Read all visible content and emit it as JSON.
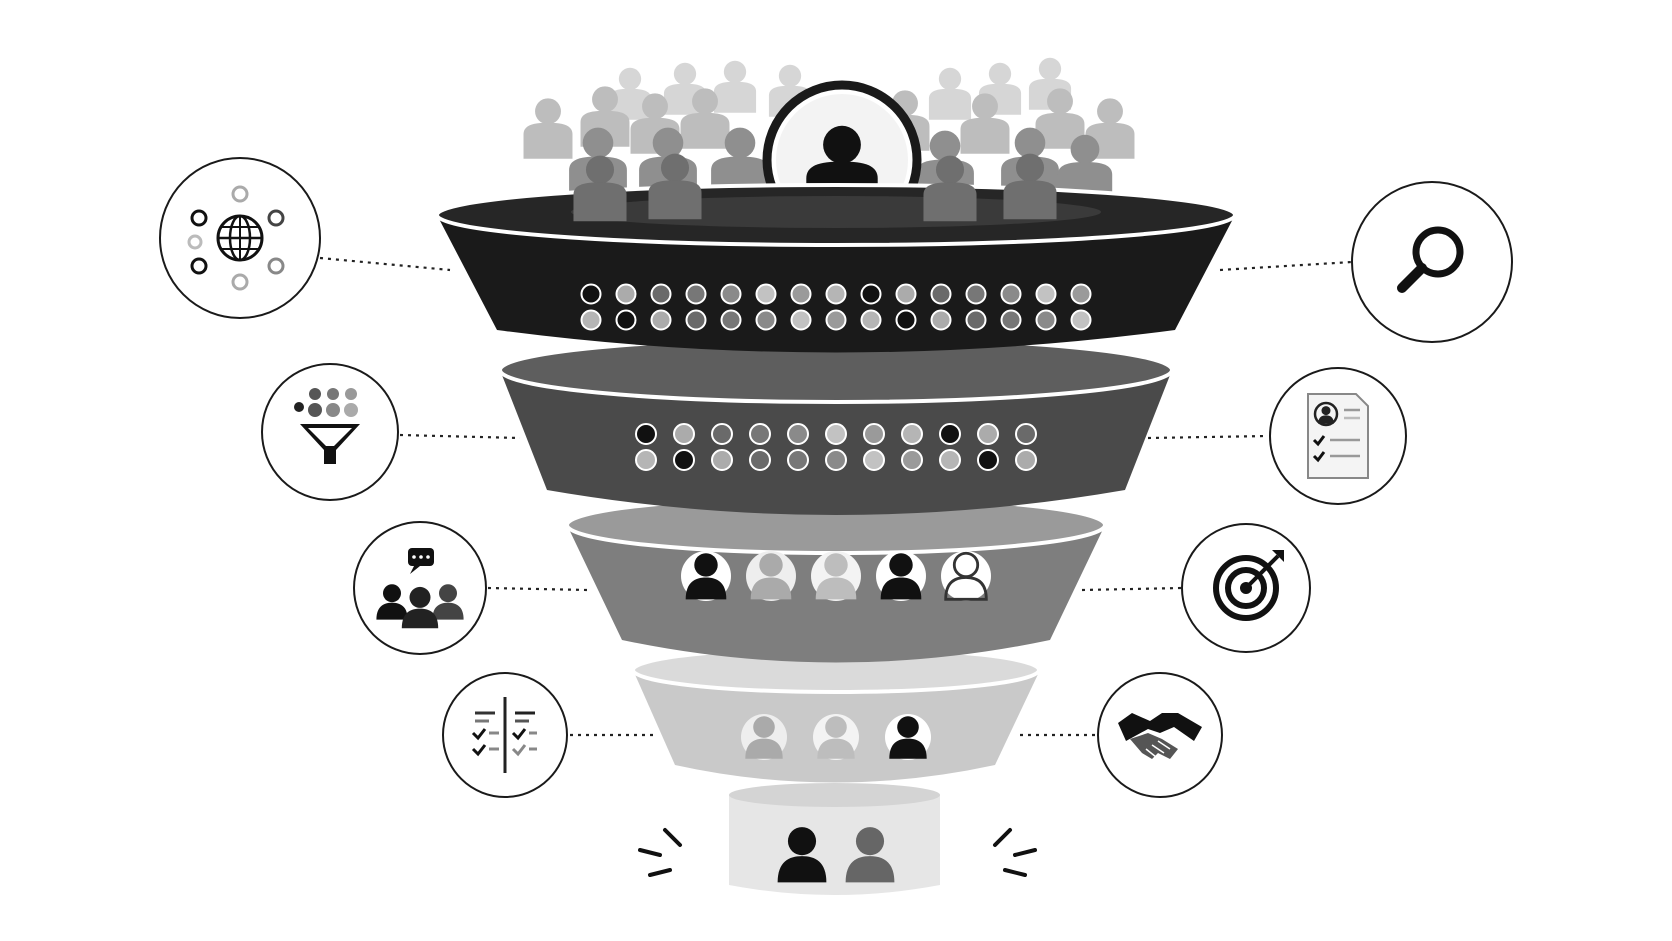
{
  "diagram": {
    "colors": {
      "background": "#ffffff",
      "stage1": "#1a1a1a",
      "stage2": "#4a4a4a",
      "stage3": "#7d7d7d",
      "stage4": "#c4c4c4",
      "stage5": "#e4e4e4",
      "outline": "#1a1a1a"
    },
    "funnel_stages": [
      {
        "name": "stage-1",
        "contents": "dots",
        "rows": 2,
        "dots_per_row": 15
      },
      {
        "name": "stage-2",
        "contents": "dots",
        "rows": 2,
        "dots_per_row": 11
      },
      {
        "name": "stage-3",
        "contents": "person-badges",
        "count": 5
      },
      {
        "name": "stage-4",
        "contents": "person-badges",
        "count": 3
      },
      {
        "name": "stage-5",
        "contents": "person-badges",
        "count": 2
      }
    ],
    "left_icons": [
      "globe-network-icon",
      "filter-funnel-icon",
      "group-chat-icon",
      "checklist-compare-icon"
    ],
    "right_icons": [
      "magnifier-icon",
      "resume-document-icon",
      "target-icon",
      "handshake-icon"
    ],
    "top_elements": [
      "crowd-silhouettes",
      "magnifier-person-icon"
    ]
  }
}
